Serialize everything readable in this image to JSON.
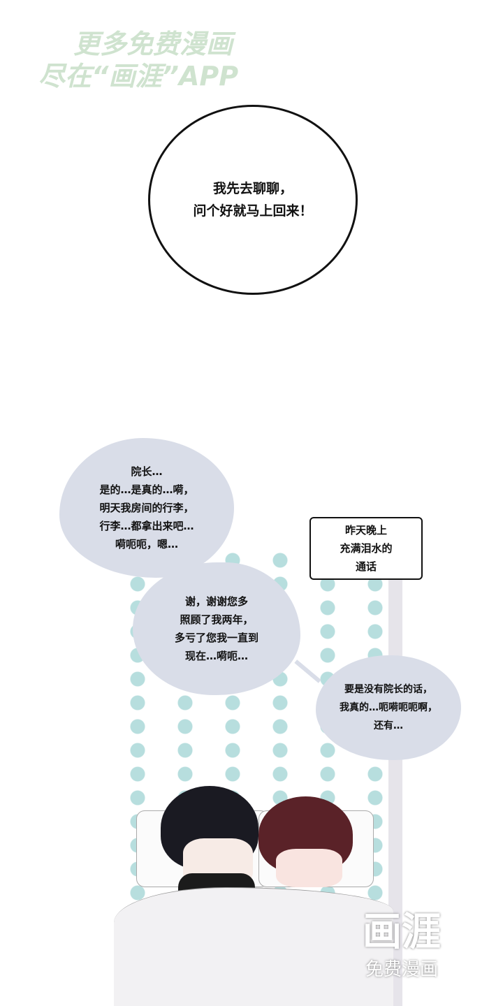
{
  "watermark_top": {
    "line1": "更多免费漫画",
    "line2": "尽在“画涯”APP"
  },
  "circle_bubble": {
    "text": "我先去聊聊，\n问个好就马上回来！"
  },
  "bubbles": [
    {
      "text": "院长…\n是的…是真的…嗬，\n明天我房间的行李，\n行李…都拿出来吧…\n嗬呃呃，嗯…"
    },
    {
      "text": "谢，谢谢您多\n照顾了我两年，\n多亏了您我一直到\n现在…嗬呃…"
    },
    {
      "text": "要是没有院长的话，\n我真的…呃嗬呃呃啊，\n还有…"
    }
  ],
  "sign": {
    "text": "昨天晚上\n充满泪水的\n通话"
  },
  "watermark_bottom": {
    "logo": "画涯",
    "tagline": "免费漫画"
  },
  "colors": {
    "bubble": "#d9dde8",
    "dots": "#9fd3d3",
    "pole": "#e6e4ea"
  }
}
